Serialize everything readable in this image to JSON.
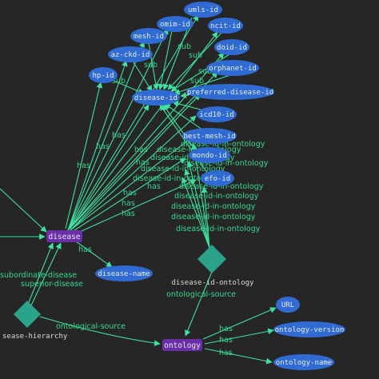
{
  "nodes": {
    "umls_id": "umls-id",
    "omim_id": "omim-id",
    "ncit_id": "ncit-id",
    "mesh_id": "mesh-id",
    "doid_id": "doid-id",
    "az_ckd_id": "az-ckd-id",
    "orphanet_id": "orphanet-id",
    "hp_id": "hp-id",
    "disease_id": "disease-id",
    "preferred_disease_id": "preferred-disease-id",
    "icd10_id": "icd10-id",
    "best_mesh_id": "best-mesh-id",
    "mondo_id": "mondo-id",
    "efo_id": "efo-id",
    "disease": "disease",
    "disease_name": "disease-name",
    "disease_id_ontology": "disease-id-ontology",
    "disease_hierarchy": "sease-hierarchy",
    "ontology": "ontology",
    "url": "URL",
    "ontology_version": "ontology-version",
    "ontology_name": "ontology-name"
  },
  "edge_labels": {
    "has": "has",
    "sub": "sub",
    "disease_id_in_ontology": "disease-id-in-ontology",
    "subordinate_disease": "subordinate-disease",
    "superior_disease": "superior-disease",
    "ontological_source": "ontological-source"
  },
  "colors": {
    "background": "#262626",
    "edge": "#3fe0a0",
    "attribute": "#2f6bd3",
    "entity": "#6a2fa8",
    "relation": "#2aa38a"
  }
}
